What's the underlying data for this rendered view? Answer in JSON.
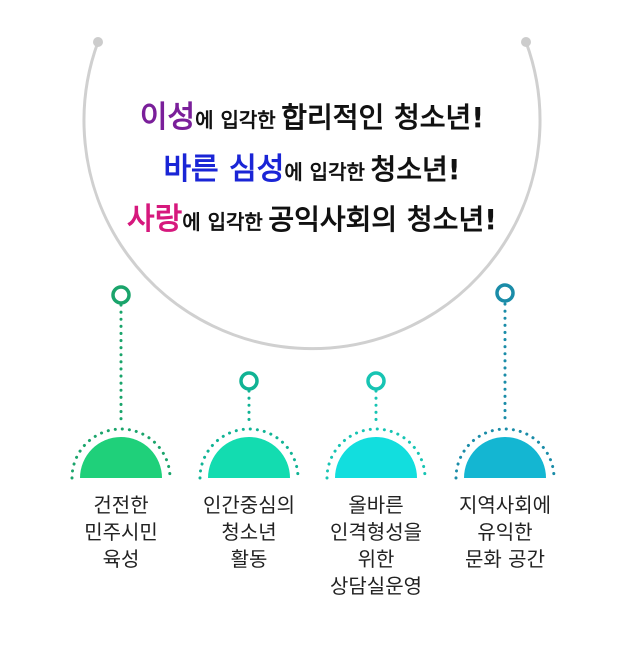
{
  "mottos": [
    {
      "highlight": "이성",
      "connector": "에 입각한",
      "tail": "합리적인 청소년!"
    },
    {
      "highlight": "바른 심성",
      "connector": "에 입각한",
      "tail": "청소년!"
    },
    {
      "highlight": "사랑",
      "connector": "에 입각한",
      "tail": "공익사회의 청소년!"
    }
  ],
  "goals": [
    {
      "lines": [
        "건전한",
        "민주시민",
        "육성"
      ]
    },
    {
      "lines": [
        "인간중심의",
        "청소년",
        "활동"
      ]
    },
    {
      "lines": [
        "올바른",
        "인격형성을",
        "위한",
        "상담실운영"
      ]
    },
    {
      "lines": [
        "지역사회에",
        "유익한",
        "문화 공간"
      ]
    }
  ],
  "colors": {
    "highlights": [
      "#7a1f9a",
      "#1a25d6",
      "#d6187d"
    ],
    "arc": "#d0d0d0",
    "connectors": [
      "#1aa46b",
      "#10b394",
      "#17c4b3",
      "#1a8ca8"
    ],
    "domes": [
      "#1fd07a",
      "#13dcb0",
      "#12dede",
      "#14b6d2"
    ]
  }
}
